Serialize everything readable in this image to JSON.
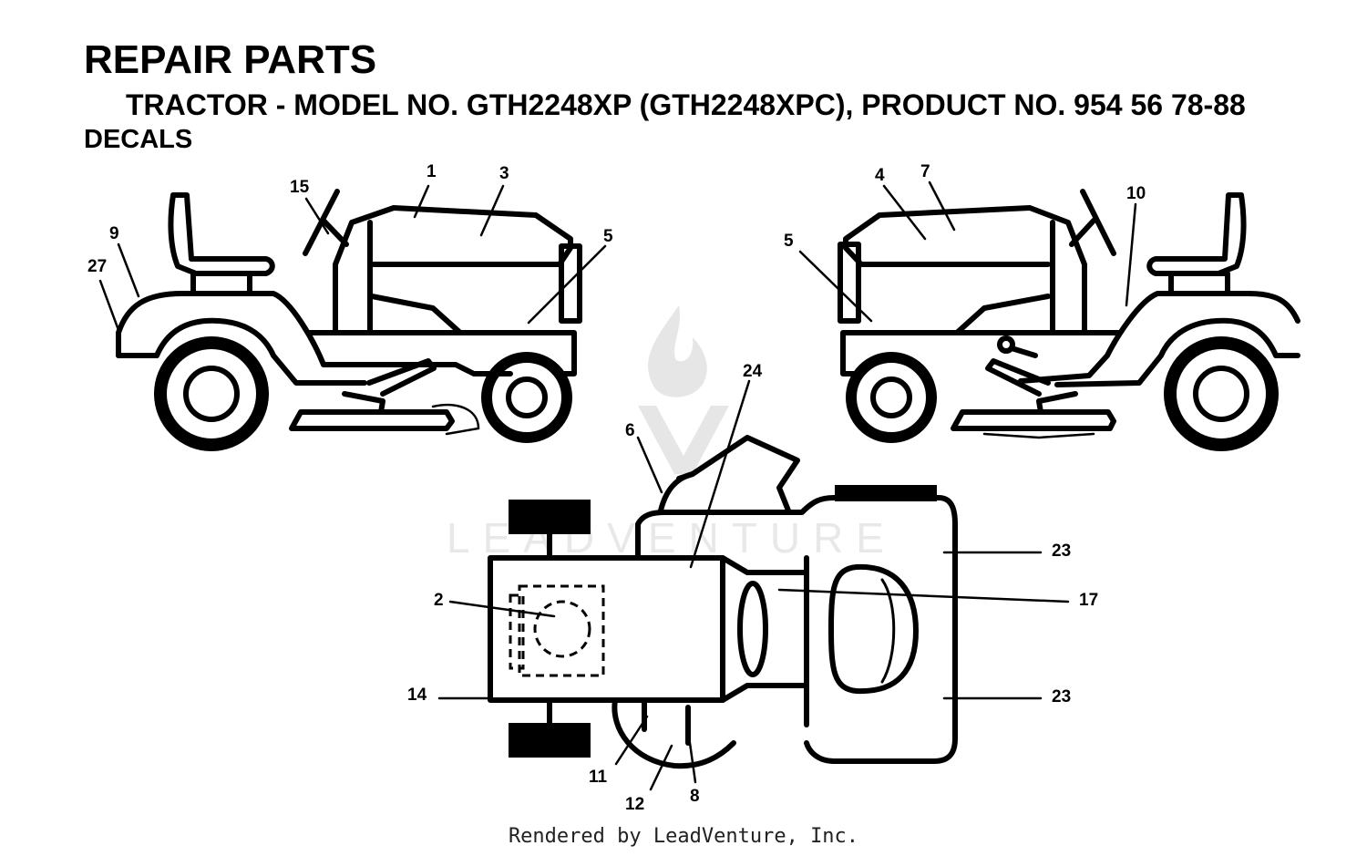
{
  "header": {
    "title": "REPAIR PARTS",
    "subtitle": "TRACTOR - MODEL NO. GTH2248XP (GTH2248XPC), PRODUCT NO. 954 56 78-88",
    "section": "DECALS"
  },
  "watermark": {
    "text": "LEADVENTURE",
    "color": "#e6e6e6",
    "icon": "flame-logo-icon"
  },
  "callouts": {
    "left_view": [
      "1",
      "3",
      "15",
      "9",
      "27",
      "5"
    ],
    "right_view": [
      "4",
      "7",
      "5",
      "10"
    ],
    "top_view": [
      "24",
      "6",
      "2",
      "14",
      "11",
      "12",
      "8",
      "23",
      "17",
      "23"
    ]
  },
  "footer": {
    "text": "Rendered by LeadVenture, Inc."
  }
}
